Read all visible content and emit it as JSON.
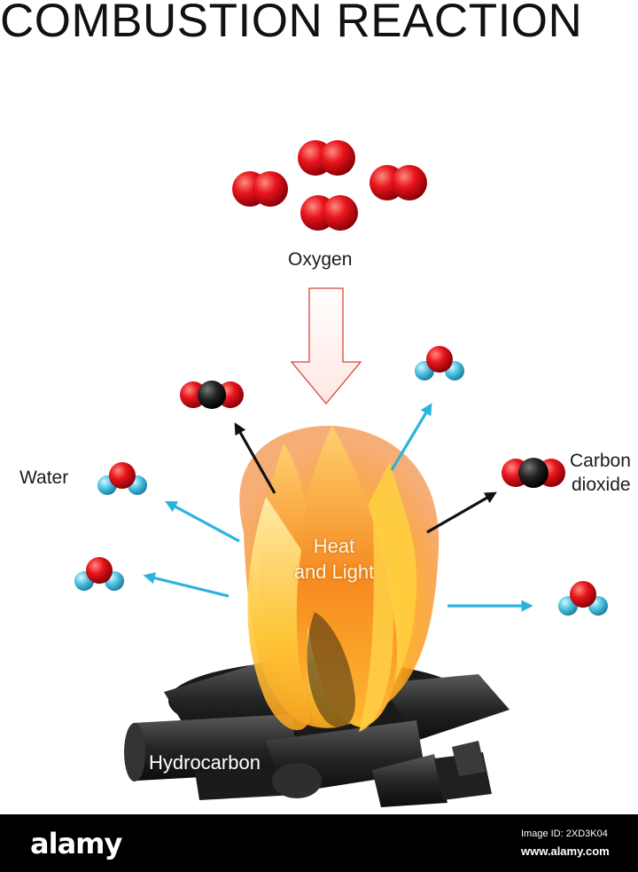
{
  "title": "COMBUSTION REACTION",
  "labels": {
    "oxygen": "Oxygen",
    "water": "Water",
    "carbon_dioxide_line1": "Carbon",
    "carbon_dioxide_line2": "dioxide",
    "heat_light_line1": "Heat",
    "heat_light_line2": "and Light",
    "hydrocarbon": "Hydrocarbon"
  },
  "footer": {
    "logo": "alamy",
    "image_id": "Image ID: 2XD3K04",
    "site": "www.alamy.com"
  },
  "colors": {
    "oxygen_atom": "#e8141c",
    "hydrogen_atom": "#4cc3e3",
    "carbon_atom": "#1e1e1e",
    "blue_arrow": "#2bb3de",
    "black_arrow": "#111111",
    "oxygen_arrow": "#d8443a"
  }
}
